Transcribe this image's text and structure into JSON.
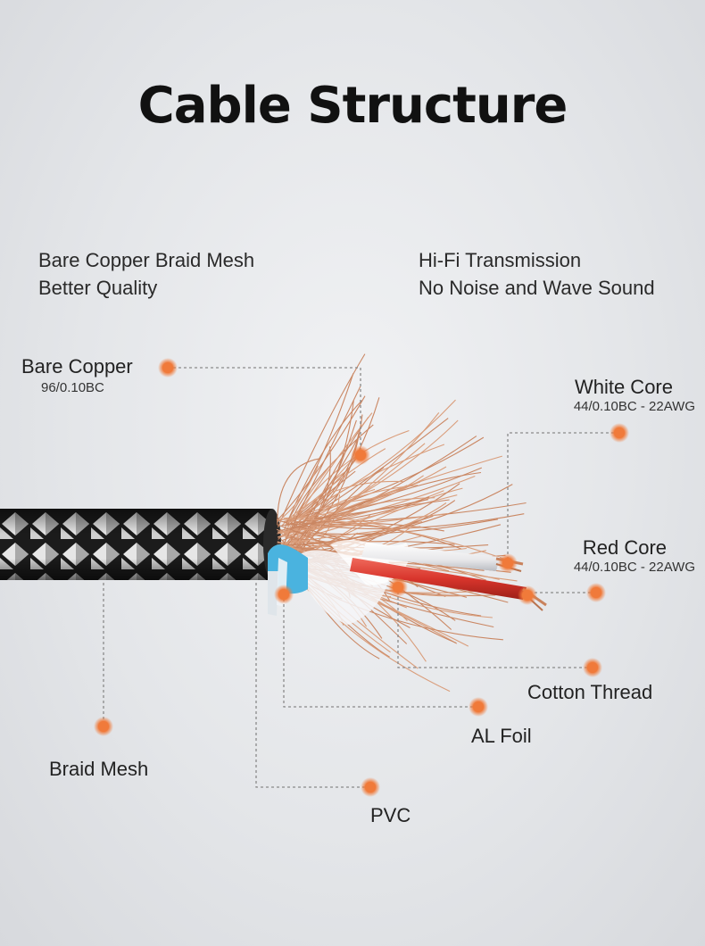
{
  "title": "Cable Structure",
  "features": {
    "left": [
      "Bare Copper Braid Mesh",
      "Better Quality"
    ],
    "right": [
      "Hi-Fi Transmission",
      "No Noise and Wave Sound"
    ]
  },
  "labels": {
    "bare_copper": {
      "name": "Bare Copper",
      "spec": "96/0.10BC"
    },
    "white_core": {
      "name": "White Core",
      "spec": "44/0.10BC - 22AWG"
    },
    "red_core": {
      "name": "Red Core",
      "spec": "44/0.10BC - 22AWG"
    },
    "cotton_thread": {
      "name": "Cotton Thread"
    },
    "al_foil": {
      "name": "AL Foil"
    },
    "braid_mesh": {
      "name": "Braid Mesh"
    },
    "pvc": {
      "name": "PVC"
    }
  },
  "colors": {
    "accent": "#f07a3a",
    "leader_line": "#8a8a8a",
    "copper": "#c9825c",
    "braid_dark": "#1b1b1b",
    "braid_light": "#e9e9e9",
    "red_core": "#d8352c",
    "pvc_blue": "#4ab3df"
  }
}
